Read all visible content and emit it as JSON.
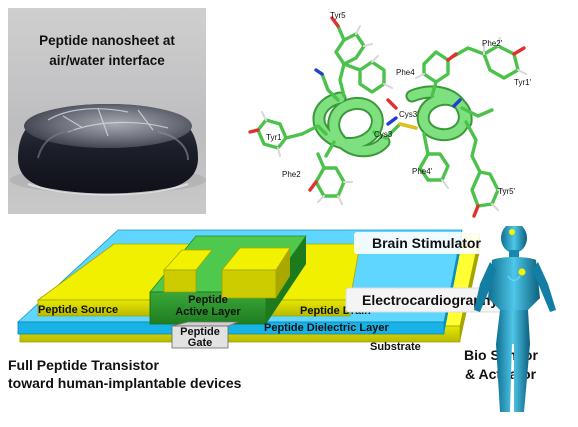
{
  "photo": {
    "caption_line1": "Peptide nanosheet at",
    "caption_line2": "air/water interface"
  },
  "molecule": {
    "residues": [
      "Tyr5",
      "Phe4",
      "Tyr1",
      "Cys3",
      "Phe2",
      "Cys3'",
      "Phe2'",
      "Tyr1'",
      "Phe4'",
      "Tyr5'"
    ]
  },
  "device": {
    "layers": {
      "source": "Peptide Source",
      "active_line1": "Peptide",
      "active_line2": "Active Layer",
      "gate_line1": "Peptide",
      "gate_line2": "Gate",
      "drain": "Peptide Drain",
      "dielectric": "Peptide Dielectric Layer",
      "substrate": "Substrate"
    },
    "applications": {
      "brain": "Brain Stimulator",
      "ecg": "Electrocardiography",
      "bio_line1": "Bio Sensor",
      "bio_line2": "& Actuator"
    },
    "caption_line1": "Full Peptide Transistor",
    "caption_line2": "toward human-implantable devices"
  }
}
